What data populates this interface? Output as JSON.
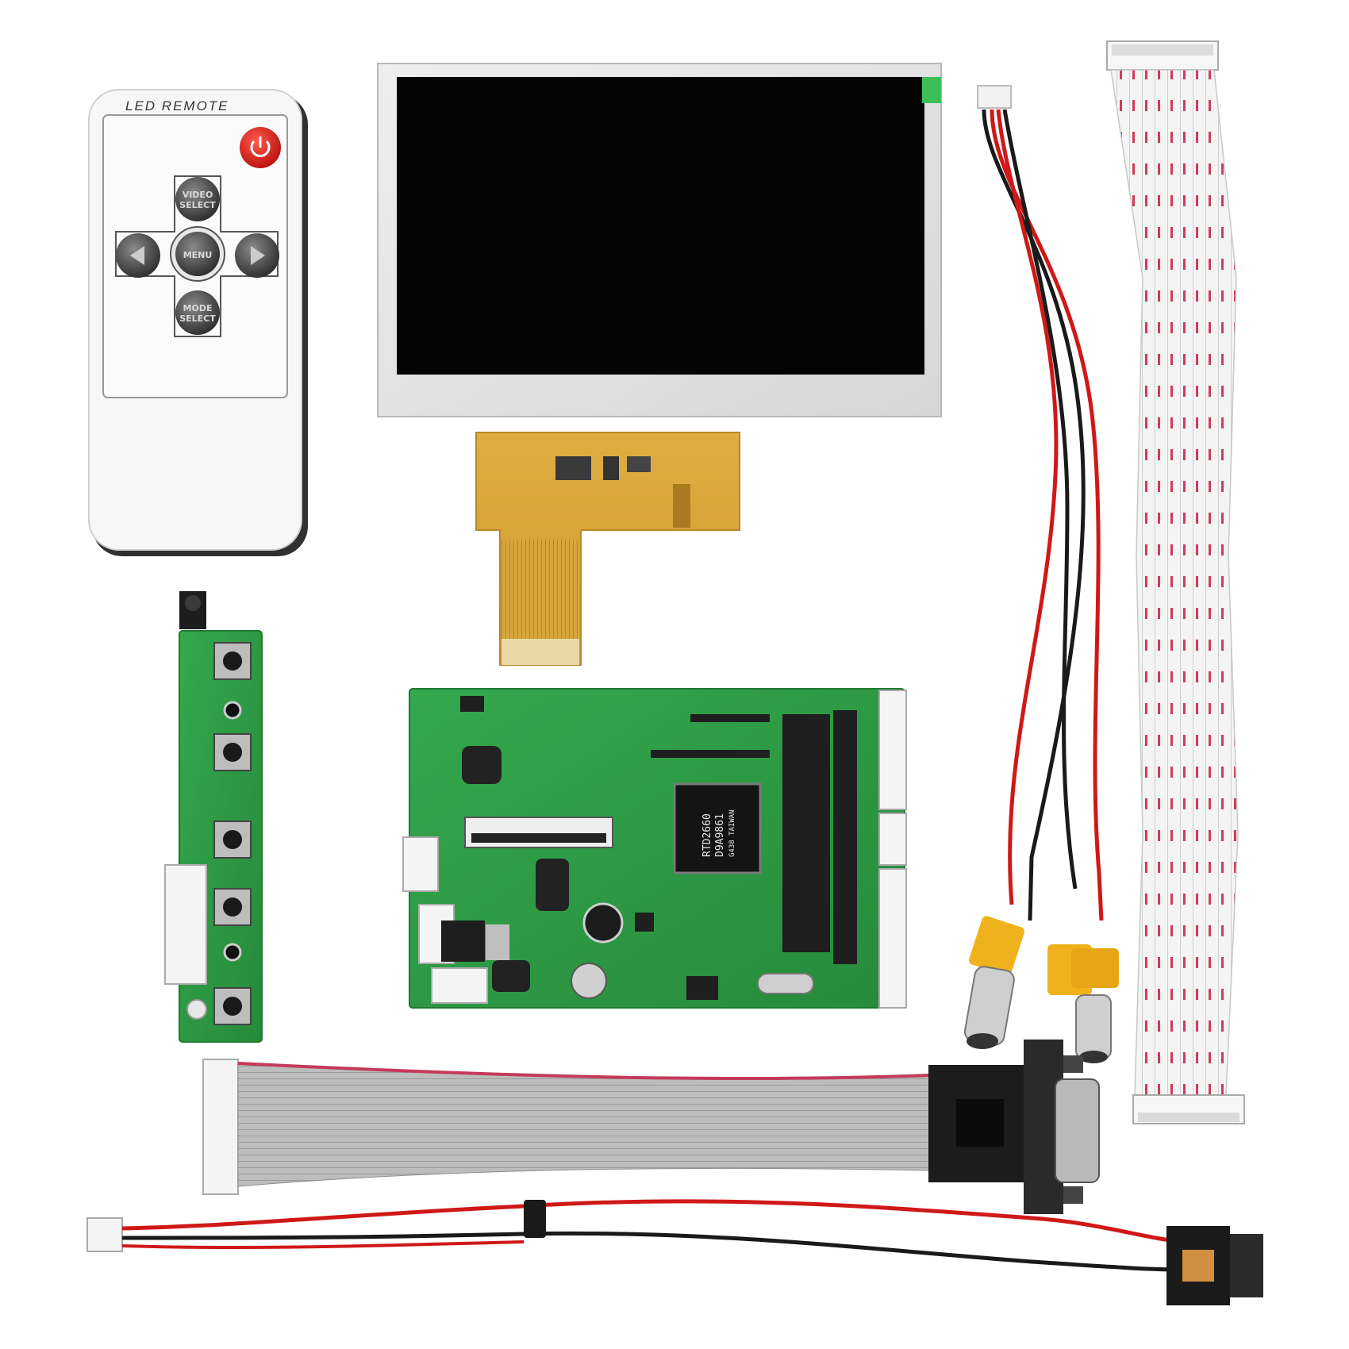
{
  "remote": {
    "title": "LED REMOTE",
    "buttons": {
      "top": "VIDEO SELECT",
      "center": "MENU",
      "bottom": "MODE SELECT"
    }
  },
  "chip": {
    "line1": "RTD2660",
    "line2": "D9A9861",
    "line3": "G438 TAIWAN"
  },
  "colors": {
    "pcb": "#2e9e46",
    "flex": "#d9a53a",
    "ribbon_stripe": "#d23a5a",
    "gray_ribbon": "#b8b8b8",
    "wire_red": "#d01818",
    "wire_black": "#1a1a1a",
    "rca_yellow": "#f0b21c"
  }
}
